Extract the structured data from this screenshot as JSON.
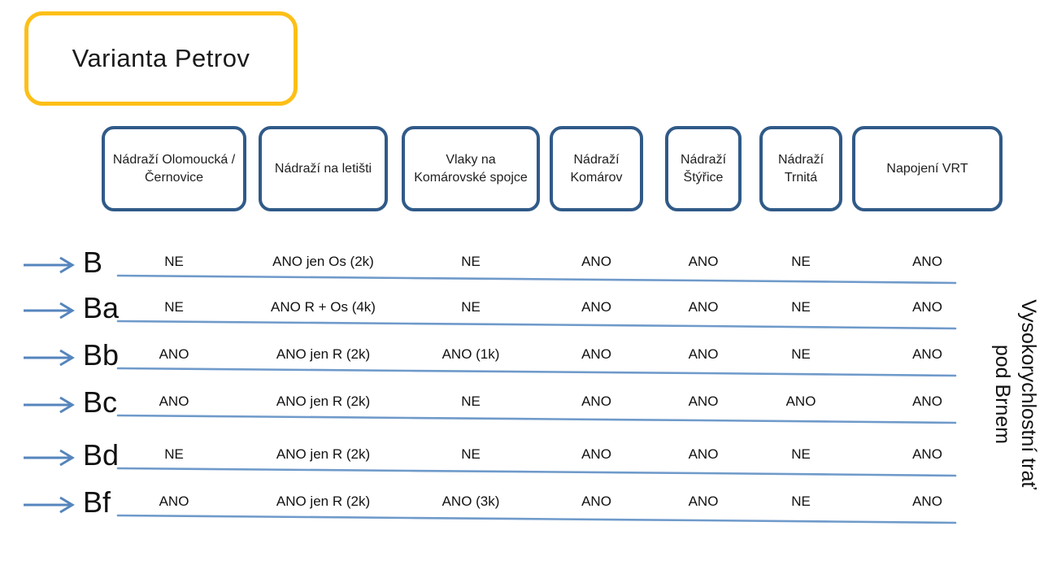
{
  "title": "Varianta Petrov",
  "columns": [
    {
      "label": "Nádraží Olomoucká / Černovice"
    },
    {
      "label": "Nádraží na letišti"
    },
    {
      "label": "Vlaky na Komárovské spojce"
    },
    {
      "label": "Nádraží Komárov"
    },
    {
      "label": "Nádraží Štýřice"
    },
    {
      "label": "Nádraží Trnitá"
    },
    {
      "label": "Napojení VRT"
    }
  ],
  "rows": [
    {
      "label": "B",
      "cells": [
        "NE",
        "ANO jen Os (2k)",
        "NE",
        "ANO",
        "ANO",
        "NE",
        "ANO"
      ]
    },
    {
      "label": "Ba",
      "cells": [
        "NE",
        "ANO R + Os (4k)",
        "NE",
        "ANO",
        "ANO",
        "NE",
        "ANO"
      ]
    },
    {
      "label": "Bb",
      "cells": [
        "ANO",
        "ANO jen R (2k)",
        "ANO (1k)",
        "ANO",
        "ANO",
        "NE",
        "ANO"
      ]
    },
    {
      "label": "Bc",
      "cells": [
        "ANO",
        "ANO jen R (2k)",
        "NE",
        "ANO",
        "ANO",
        "ANO",
        "ANO"
      ]
    },
    {
      "label": "Bd",
      "cells": [
        "NE",
        "ANO jen R (2k)",
        "NE",
        "ANO",
        "ANO",
        "NE",
        "ANO"
      ]
    },
    {
      "label": "Bf",
      "cells": [
        "ANO",
        "ANO jen R (2k)",
        "ANO (3k)",
        "ANO",
        "ANO",
        "NE",
        "ANO"
      ]
    }
  ],
  "side_label_lines": [
    "Vysokorychlostní trať",
    "pod Brnem"
  ],
  "values_legend": {
    "yes": "ANO",
    "no": "NE"
  },
  "colors": {
    "title_border": "#FDBF17",
    "header_border": "#305A88",
    "row_line": "#6F9ACA",
    "arrow": "#5585BD",
    "text": "#1A1A1A"
  },
  "icons": {
    "row_arrow": "right-arrow-icon"
  }
}
